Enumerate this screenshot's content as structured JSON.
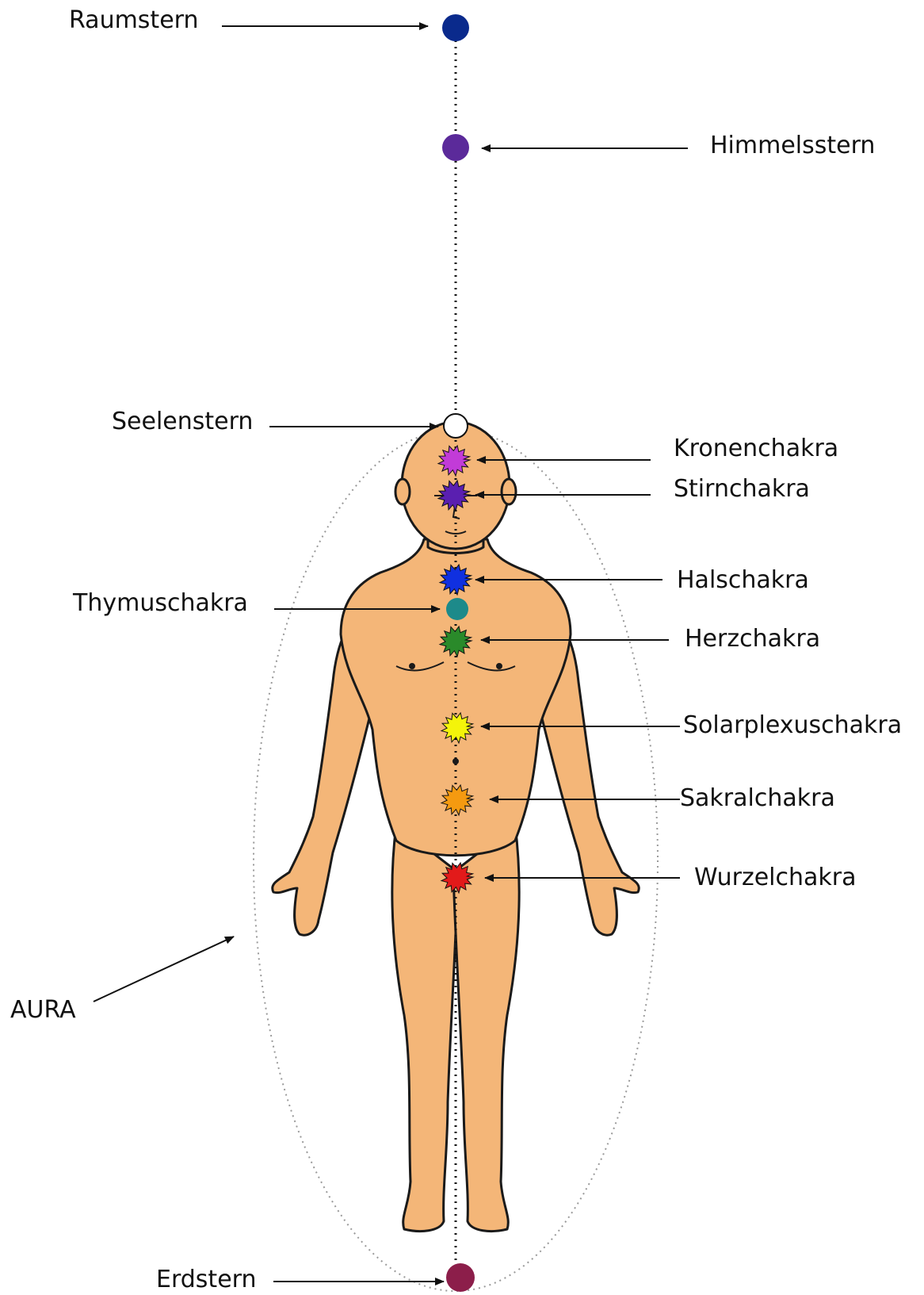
{
  "labels": {
    "raumstern": "Raumstern",
    "himmelsstern": "Himmelsstern",
    "seelenstern": "Seelenstern",
    "kronenchakra": "Kronenchakra",
    "stirnchakra": "Stirnchakra",
    "halschakra": "Halschakra",
    "thymuschakra": "Thymuschakra",
    "herzchakra": "Herzchakra",
    "solarplexuschakra": "Solarplexuschakra",
    "sakralchakra": "Sakralchakra",
    "wurzelchakra": "Wurzelchakra",
    "aura": "AURA",
    "erdstern": "Erdstern"
  },
  "colors": {
    "raumstern": "#0a2a8c",
    "himmelsstern": "#5b2a9a",
    "kronenchakra": "#c23bd8",
    "stirnchakra": "#5a1fb0",
    "halschakra": "#1030e0",
    "thymuschakra": "#1d8a8a",
    "herzchakra": "#2a8a2a",
    "solarplexuschakra": "#f4f40a",
    "sakralchakra": "#f59a10",
    "wurzelchakra": "#e21a1a",
    "erdstern": "#8c1e4a",
    "skin": "#f4b678",
    "outline": "#1a1a1a",
    "aura_line": "#9a9a9a"
  }
}
